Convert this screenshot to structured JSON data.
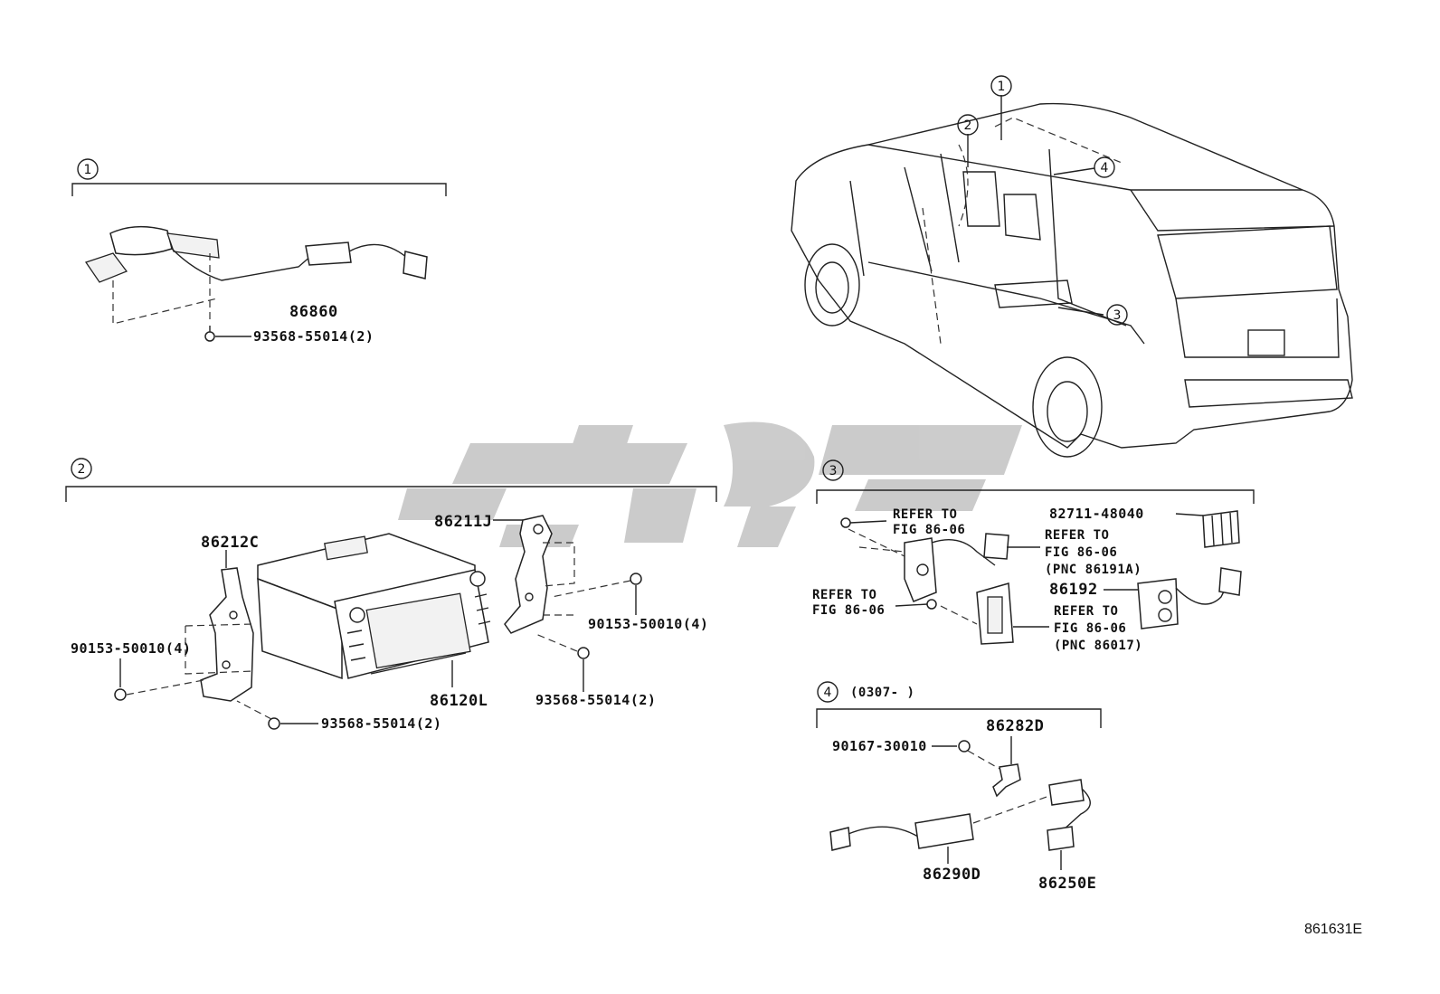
{
  "callouts": [
    "1",
    "2",
    "3",
    "4"
  ],
  "section1": {
    "marker": "1",
    "parts": {
      "p86860": "86860",
      "p93568a": "93568-55014(2)"
    }
  },
  "section2": {
    "marker": "2",
    "parts": {
      "p86212C": "86212C",
      "p86211J": "86211J",
      "p90153a": "90153-50010(4)",
      "p90153b": "90153-50010(4)",
      "p93568b": "93568-55014(2)",
      "p93568c": "93568-55014(2)",
      "p86120L": "86120L"
    }
  },
  "section3": {
    "marker": "3",
    "parts": {
      "p82711": "82711-48040",
      "p86192": "86192"
    },
    "refs": {
      "ref1_l1": "REFER TO",
      "ref1_l2": "FIG 86-06",
      "ref2_l1": "REFER TO",
      "ref2_l2": "FIG 86-06",
      "ref2_l3": "(PNC 86191A)",
      "ref3_l1": "REFER TO",
      "ref3_l2": "FIG 86-06",
      "ref4_l1": "REFER TO",
      "ref4_l2": "FIG 86-06",
      "ref4_l3": "(PNC 86017)"
    }
  },
  "section4": {
    "marker": "4",
    "date_range": "(0307-      )",
    "parts": {
      "p86282D": "86282D",
      "p90167": "90167-30010",
      "p86290D": "86290D",
      "p86250E": "86250E"
    }
  },
  "illustration_code": "861631E",
  "colors": {
    "line": "#222222",
    "watermark": "#c9c9c9",
    "background": "#ffffff"
  }
}
